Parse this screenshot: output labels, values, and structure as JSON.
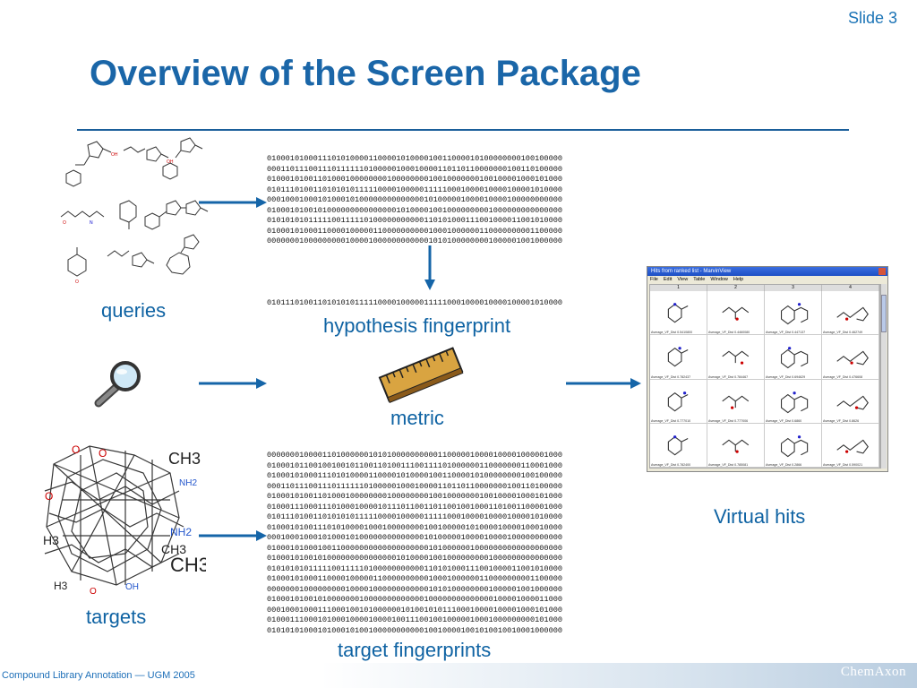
{
  "slide_number": "Slide 3",
  "title": "Overview of the Screen Package",
  "labels": {
    "queries": "queries",
    "targets": "targets",
    "hypothesis_fingerprint": "hypothesis fingerprint",
    "metric": "metric",
    "target_fingerprints": "target fingerprints",
    "virtual_hits": "Virtual hits"
  },
  "query_fingerprints": [
    "0100010100011101010000110000101000010011000010100000000100100000",
    "0001101110011101111110100000100010000110110110000000100110100000",
    "0100010100110100010000000010000000010010000000100100001000101000",
    "0101110100110101010111110000100000111110001000010000100001010000",
    "0001000100010100010100000000000000101000001000010000100000000000",
    "0100010100101000000000000000101000010010000000001000000000000000",
    "0101010101111100111110100000000000110101000111001000011001010000",
    "0100010100011000010000011000000000010001000000110000000001100000",
    "0000000100000000010000100000000000010101000000001000001001000000"
  ],
  "hypothesis_bits": "0101110100110101010111110000100000111110001000010000100001010000",
  "target_fingerprints": [
    "0000000100001101000000101010000000000110000010000100001000001000",
    "0100010110010010010110011010011100111101000000110000000110001000",
    "0100010100011101010000110000101000010011000010100000000100100000",
    "0001101110011101111110100000100010000110110110000000100110100000",
    "0100010100110100010000000010000000010010000000100100001000101000",
    "0100011100011101000100001011101100110110010010001101001100001000",
    "0101110100110101010111110000100000111110001000010000100001010000",
    "0100010100111010100001000100000000100100000101000010000100010000",
    "0001000100010100010100000000000000101000001000010000100000000000",
    "0100010100010011000000000000000000010100000010000000000000000000",
    "0100010100101000000000000000101000010010000000001000000000000000",
    "0101010101111100111110100000000000110101000111001000011001010000",
    "0100010100011000010000011000000000010001000000110000000001100000",
    "0000000100000000010000100000000000010101000000001000001001000000",
    "0100010100101000000010000000000000100000000000000100001000011000",
    "0001000100011100010010100000010100101011100010000100001000101000",
    "0100011100010100010000100001001110010010000010001000000000101000",
    "0101010100010100010100100000000000100100001001010010010001000000"
  ],
  "virtual_hits_window": {
    "title": "Hits from ranked list - MarvinView",
    "menu": [
      "File",
      "Edit",
      "View",
      "Table",
      "Window",
      "Help"
    ],
    "columns": [
      "1",
      "2",
      "3",
      "4"
    ],
    "cell_captions": [
      "Average_VF_Dist  0.5410800",
      "Average_VF_Dist  0.4460080",
      "Average_VF_Dist  0.447137",
      "Average_VF_Dist  0.462749",
      "Average_VF_Dist  0.782437",
      "Average_VF_Dist  0.784467",
      "Average_VF_Dist  0.694629",
      "Average_VF_Dist  0.476608",
      "Average_VF_Dist  0.777010",
      "Average_VF_Dist  0.777006",
      "Average_VF_Dist  0.6860",
      "Average_VF_Dist  0.8626",
      "Average_VF_Dist  0.782400",
      "Average_VF_Dist  0.785081",
      "Average_VF_Dist  0.2866",
      "Average_VF_Dist  0.590021"
    ]
  },
  "targets_overlay_text": [
    "CH3",
    "CH3",
    "CH3",
    "NH2",
    "NH2",
    "OH",
    "H3",
    "H3",
    "O"
  ],
  "footer": {
    "left": "Compound Library Annotation — UGM 2005",
    "logo": "ChemAxon"
  },
  "colors": {
    "title": "#1a66a8",
    "caption": "#0f63a3",
    "arrow": "#1565a8",
    "ruler": "#d9a441",
    "footer_band": "#d7e3ee"
  }
}
